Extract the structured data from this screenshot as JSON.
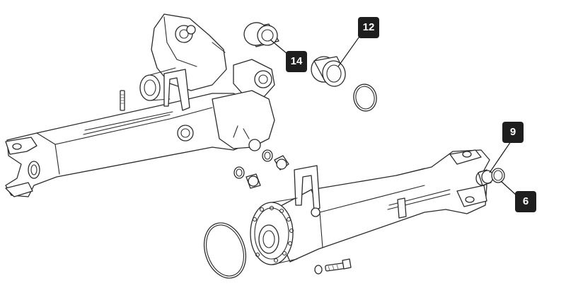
{
  "callouts": [
    {
      "id": "callout-12",
      "label": "12"
    },
    {
      "id": "callout-14",
      "label": "14"
    },
    {
      "id": "callout-9",
      "label": "9"
    },
    {
      "id": "callout-6",
      "label": "6"
    }
  ],
  "colors": {
    "line": "#2b2b2b",
    "badge_bg": "#1e1e1e",
    "badge_text": "#ffffff",
    "background": "#ffffff"
  }
}
